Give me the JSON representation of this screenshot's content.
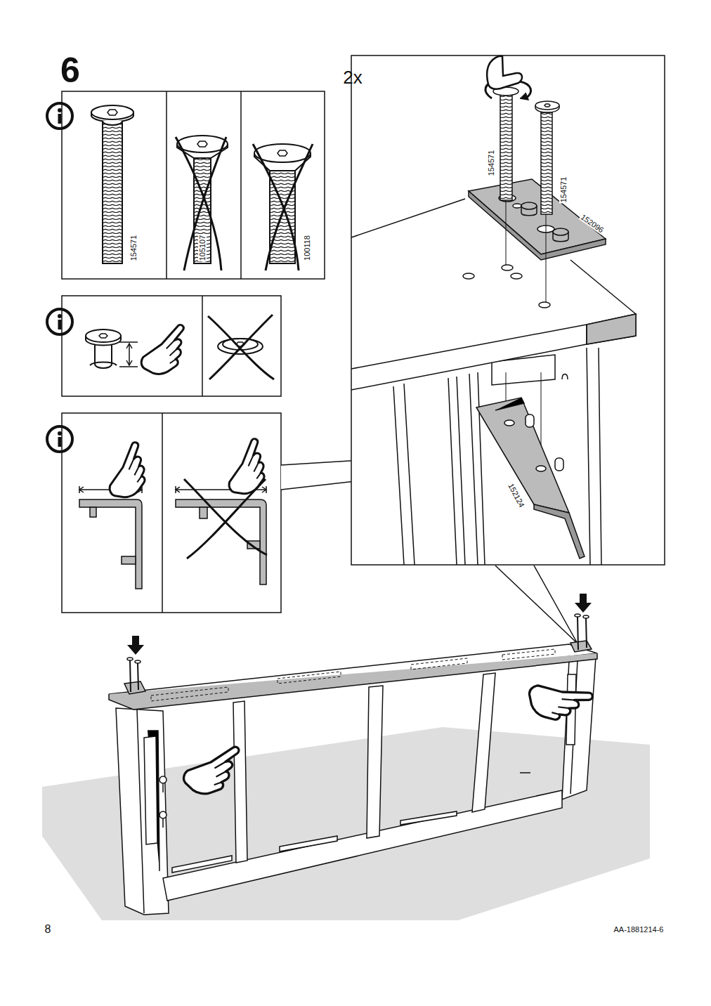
{
  "diagram": {
    "nodes": [
      {
        "text": [
          "154571"
        ]
      },
      {
        "text": [
          "105107"
        ]
      },
      {
        "text": [
          "100118"
        ]
      }
    ],
    "labels": [
      "6",
      "2x",
      "154571",
      "154571",
      "152096",
      "152124",
      "8",
      "AA-1881214-6"
    ]
  }
}
